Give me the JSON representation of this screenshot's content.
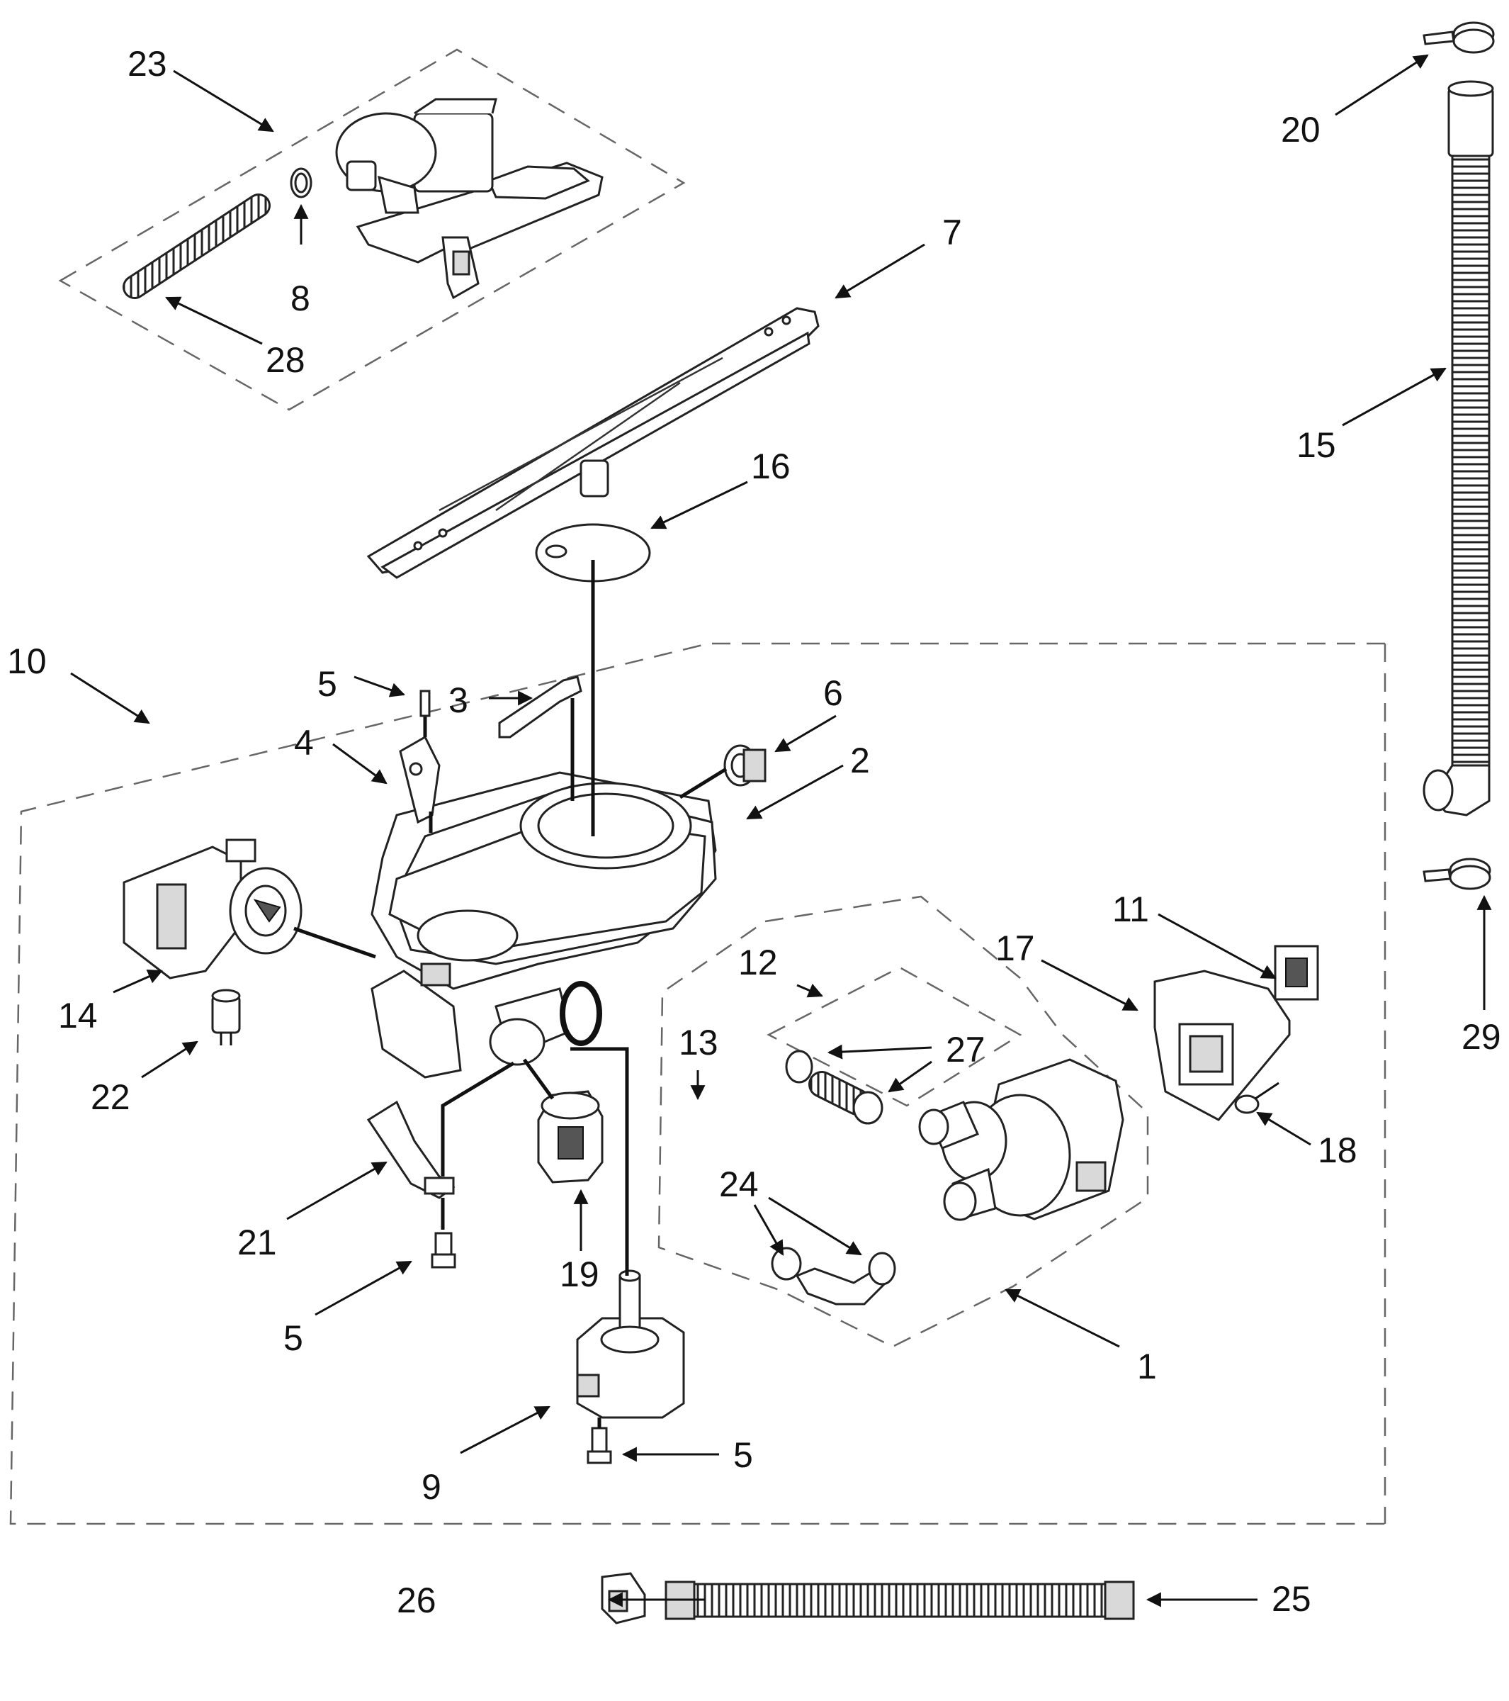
{
  "diagram": {
    "callouts": [
      {
        "id": "c1",
        "label": "1"
      },
      {
        "id": "c2",
        "label": "2"
      },
      {
        "id": "c3",
        "label": "3"
      },
      {
        "id": "c4",
        "label": "4"
      },
      {
        "id": "c5a",
        "label": "5"
      },
      {
        "id": "c5b",
        "label": "5"
      },
      {
        "id": "c5c",
        "label": "5"
      },
      {
        "id": "c6",
        "label": "6"
      },
      {
        "id": "c7",
        "label": "7"
      },
      {
        "id": "c8",
        "label": "8"
      },
      {
        "id": "c9",
        "label": "9"
      },
      {
        "id": "c10",
        "label": "10"
      },
      {
        "id": "c11",
        "label": "11"
      },
      {
        "id": "c12",
        "label": "12"
      },
      {
        "id": "c13",
        "label": "13"
      },
      {
        "id": "c14",
        "label": "14"
      },
      {
        "id": "c15",
        "label": "15"
      },
      {
        "id": "c16",
        "label": "16"
      },
      {
        "id": "c17",
        "label": "17"
      },
      {
        "id": "c18",
        "label": "18"
      },
      {
        "id": "c19",
        "label": "19"
      },
      {
        "id": "c20",
        "label": "20"
      },
      {
        "id": "c21",
        "label": "21"
      },
      {
        "id": "c22",
        "label": "22"
      },
      {
        "id": "c23",
        "label": "23"
      },
      {
        "id": "c24",
        "label": "24"
      },
      {
        "id": "c25",
        "label": "25"
      },
      {
        "id": "c26",
        "label": "26"
      },
      {
        "id": "c27",
        "label": "27"
      },
      {
        "id": "c28",
        "label": "28"
      },
      {
        "id": "c29",
        "label": "29"
      }
    ]
  }
}
